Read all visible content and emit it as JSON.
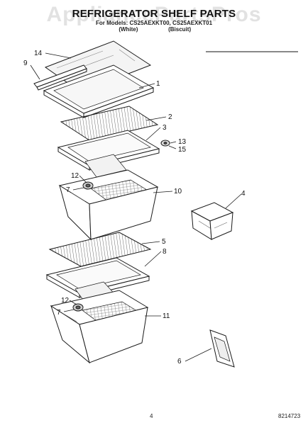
{
  "header": {
    "title": "REFRIGERATOR SHELF PARTS",
    "subtitle": "For Models: CS25AEXKT00, CS25AEXKT01",
    "variants": [
      "(White)",
      "(Biscuit)"
    ]
  },
  "watermark": "AppliancePartsPros",
  "callouts": {
    "c14": "14",
    "c9": "9",
    "c1": "1",
    "c2": "2",
    "c3": "3",
    "c13": "13",
    "c15": "15",
    "c12a": "12",
    "c7a": "7",
    "c10": "10",
    "c4": "4",
    "c5": "5",
    "c8": "8",
    "c12b": "12",
    "c7b": "7",
    "c11": "11",
    "c6": "6"
  },
  "footer": {
    "page_number": "4",
    "document_number": "8214723"
  },
  "colors": {
    "line": "#1a1a1a",
    "grid": "#555555",
    "paper": "#ffffff"
  }
}
